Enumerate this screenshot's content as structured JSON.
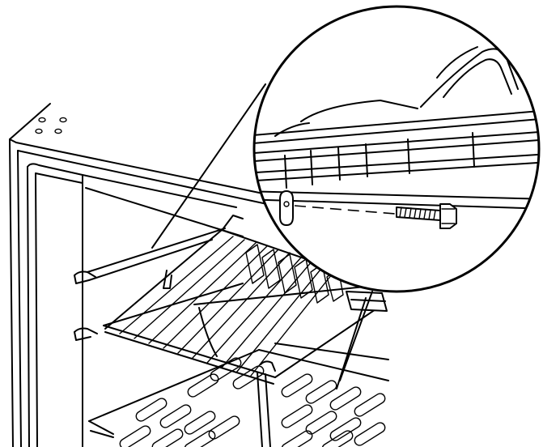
{
  "figure": {
    "subject": "wire-shelf-mounting",
    "detail_view": "magnified-bolt-insertion",
    "icons": [
      "cabinet-frame",
      "wire-shelf",
      "slotted-floor-panel",
      "mounting-bolt",
      "dashed-insertion-path",
      "callout-leader-lines"
    ]
  }
}
